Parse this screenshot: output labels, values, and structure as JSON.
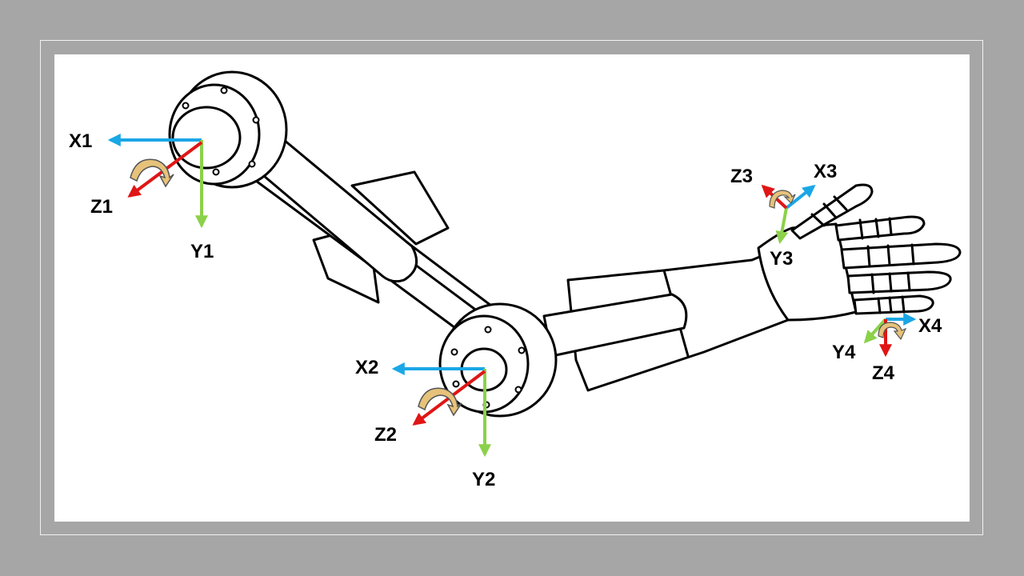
{
  "colors": {
    "background": "#a6a6a6",
    "canvas": "#ffffff",
    "x_axis": "#1aa7e6",
    "y_axis": "#8bd14a",
    "z_axis": "#e01515",
    "rotation_arrow": "#e6c27a"
  },
  "frames": [
    {
      "id": "1",
      "x_label": "X1",
      "y_label": "Y1",
      "z_label": "Z1"
    },
    {
      "id": "2",
      "x_label": "X2",
      "y_label": "Y2",
      "z_label": "Z2"
    },
    {
      "id": "3",
      "x_label": "X3",
      "y_label": "Y3",
      "z_label": "Z3"
    },
    {
      "id": "4",
      "x_label": "X4",
      "y_label": "Y4",
      "z_label": "Z4"
    }
  ]
}
